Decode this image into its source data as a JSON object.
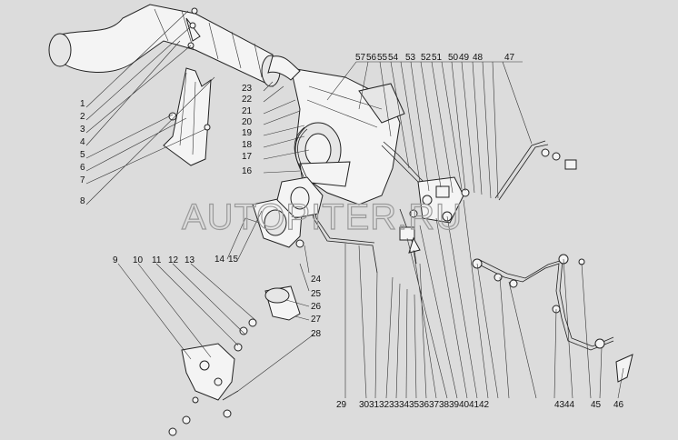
{
  "watermark": "AUTOPITER.RU",
  "callouts_left": [
    "1",
    "2",
    "3",
    "4",
    "5",
    "6",
    "7",
    "8"
  ],
  "callouts_mid_left": [
    "23",
    "22",
    "21",
    "20",
    "19",
    "18",
    "17",
    "16"
  ],
  "callouts_mid": [
    "14",
    "15",
    "24",
    "25",
    "26",
    "27",
    "28"
  ],
  "callouts_bottom_left": [
    "9",
    "10",
    "11",
    "12",
    "13"
  ],
  "callouts_top": [
    "57",
    "56",
    "55",
    "54",
    "53",
    "52",
    "51",
    "50",
    "49",
    "48",
    "47"
  ],
  "callouts_bottom": [
    "29",
    "30",
    "31",
    "32",
    "33",
    "34",
    "35",
    "36",
    "37",
    "38",
    "39",
    "40",
    "41",
    "42",
    "43",
    "44",
    "45",
    "46"
  ]
}
